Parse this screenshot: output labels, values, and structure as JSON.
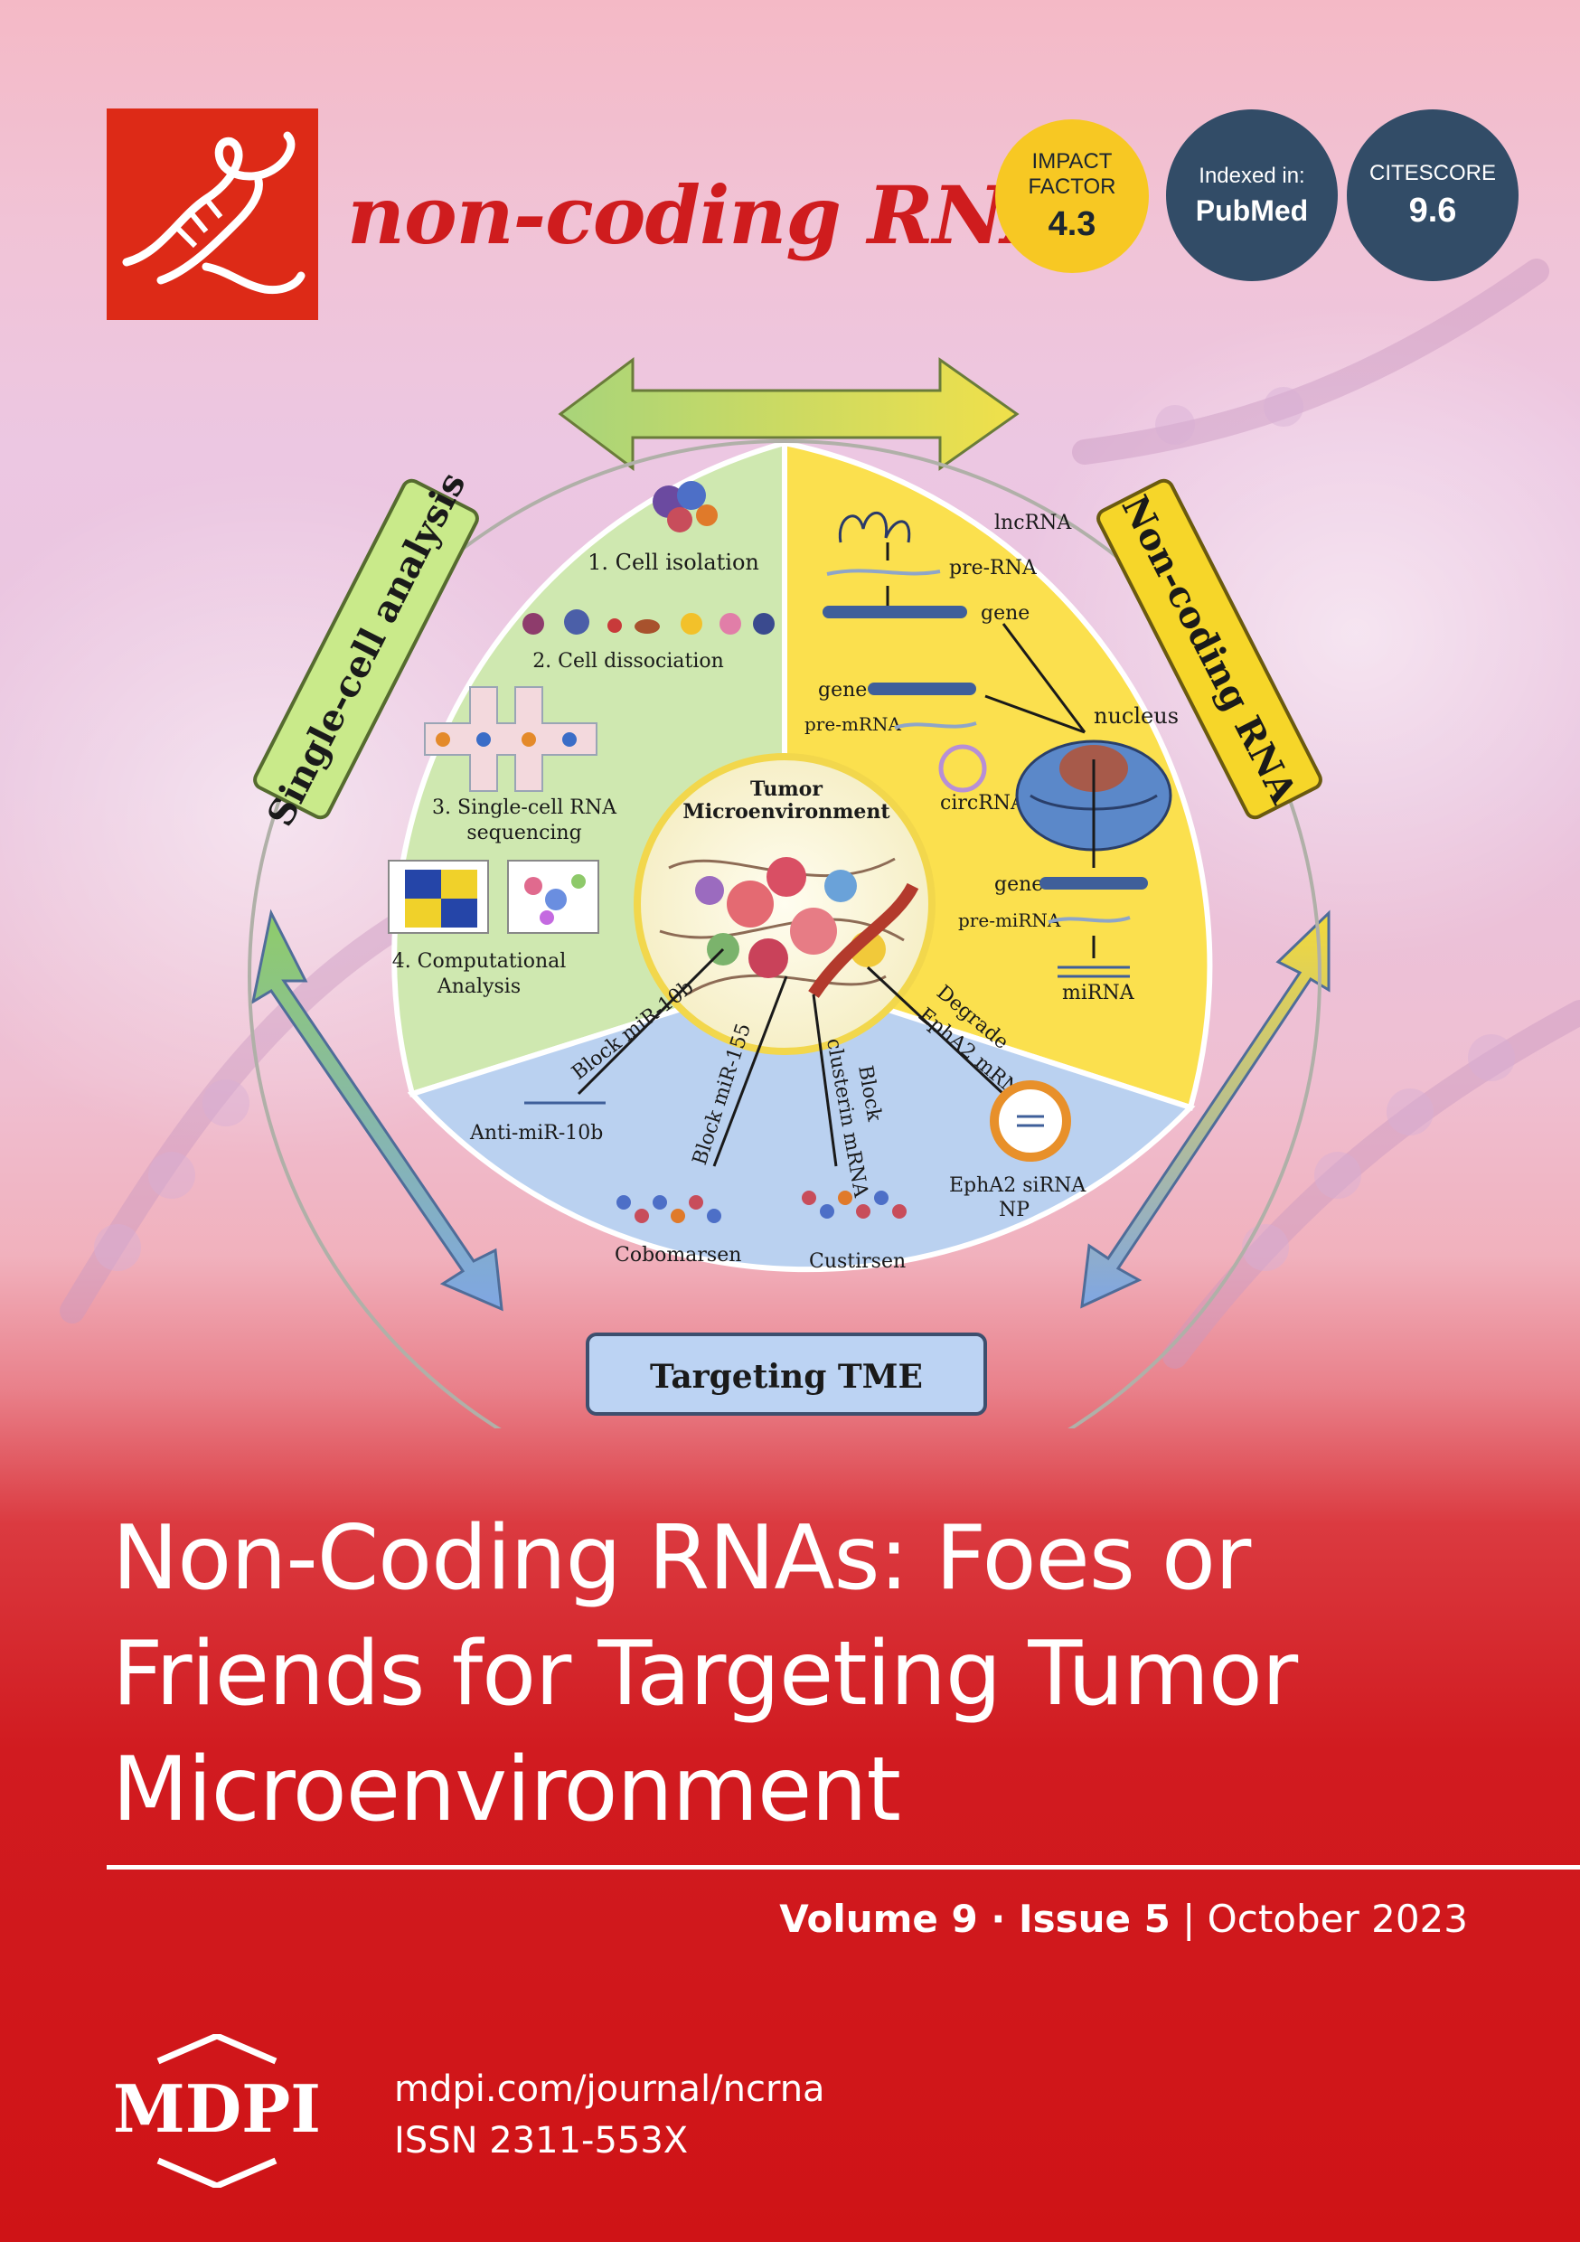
{
  "journal": {
    "name": "non-coding RNA",
    "colors": {
      "brand_red": "#dd2a17",
      "badge_yellow": "#f7c823",
      "badge_navy": "#324c67"
    }
  },
  "badges": {
    "impact_factor": {
      "line1": "IMPACT",
      "line2": "FACTOR",
      "value": "4.3"
    },
    "indexed": {
      "label": "Indexed in:",
      "value": "PubMed"
    },
    "citescore": {
      "label": "CITESCORE",
      "value": "9.6"
    }
  },
  "figure": {
    "labels": {
      "single_cell": "Single-cell analysis",
      "non_coding": "Non-coding RNA",
      "targeting": "Targeting TME",
      "center_line1": "Tumor",
      "center_line2": "Microenvironment"
    },
    "steps": {
      "s1": "1. Cell isolation",
      "s2": "2. Cell dissociation",
      "s3a": "3. Single-cell RNA",
      "s3b": "sequencing",
      "s4a": "4. Computational",
      "s4b": "Analysis"
    },
    "rna": {
      "lncrna": "lncRNA",
      "prerna": "pre-RNA",
      "gene1": "gene",
      "gene2": "gene",
      "premrna": "pre-mRNA",
      "nucleus": "nucleus",
      "circrna": "circRNA",
      "gene3": "gene",
      "premirna": "pre-miRNA",
      "mirna": "miRNA"
    },
    "tme": {
      "block10b": "Block miR-10b",
      "block155": "Block miR-155",
      "block_line1": "Block",
      "block_line2": "clusterin mRNA",
      "degrade_line1": "Degrade",
      "degrade_line2": "EphA2 mRNA",
      "anti": "Anti-miR-10b",
      "cobo": "Cobomarsen",
      "cust": "Custirsen",
      "epha_line1": "EphA2 siRNA",
      "epha_line2": "NP"
    }
  },
  "title": "Non-Coding RNAs: Foes or Friends for Targeting Tumor Microenvironment",
  "issue": {
    "volume": "Volume 9",
    "separator": " · ",
    "issue": "Issue 5",
    "divider": " | ",
    "date": "October 2023"
  },
  "publisher": {
    "name": "MDPI",
    "url": "mdpi.com/journal/ncrna",
    "issn": "ISSN 2311-553X"
  }
}
